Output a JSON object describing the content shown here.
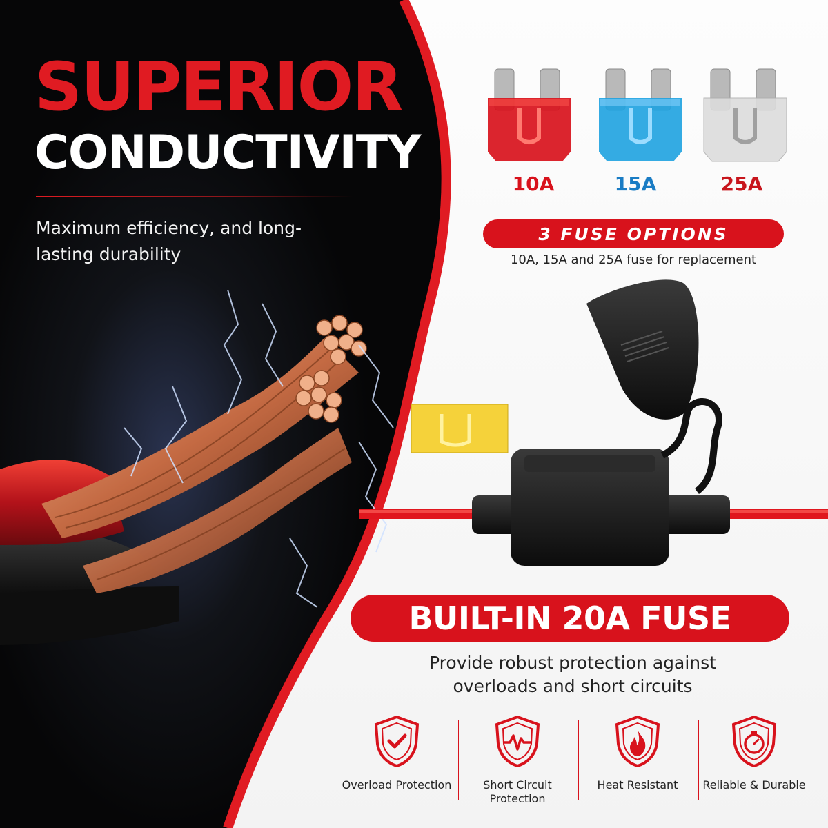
{
  "headline": {
    "line1": "SUPERIOR",
    "line2": "CONDUCTIVITY",
    "subtitle": "Maximum efficiency, and long-lasting durability"
  },
  "fuse_options": {
    "items": [
      {
        "label": "10A",
        "color": "#d8121c",
        "icon": "red-blade-fuse-icon"
      },
      {
        "label": "15A",
        "color": "#1a7cc4",
        "icon": "blue-blade-fuse-icon"
      },
      {
        "label": "25A",
        "color": "#c8161d",
        "icon": "clear-blade-fuse-icon"
      }
    ],
    "badge": "3 FUSE OPTIONS",
    "description": "10A, 15A and 25A fuse for replacement"
  },
  "builtin": {
    "badge": "BUILT-IN 20A FUSE",
    "description": "Provide robust protection against overloads and short circuits"
  },
  "features": [
    {
      "label": "Overload Protection",
      "icon": "shield-check-icon"
    },
    {
      "label": "Short Circuit Protection",
      "icon": "shield-pulse-icon"
    },
    {
      "label": "Heat Resistant",
      "icon": "shield-flame-icon"
    },
    {
      "label": "Reliable & Durable",
      "icon": "shield-stopwatch-icon"
    }
  ],
  "colors": {
    "accent": "#d8121c",
    "dark_background": "#0b0b0d",
    "light_background": "#f5f5f5"
  }
}
